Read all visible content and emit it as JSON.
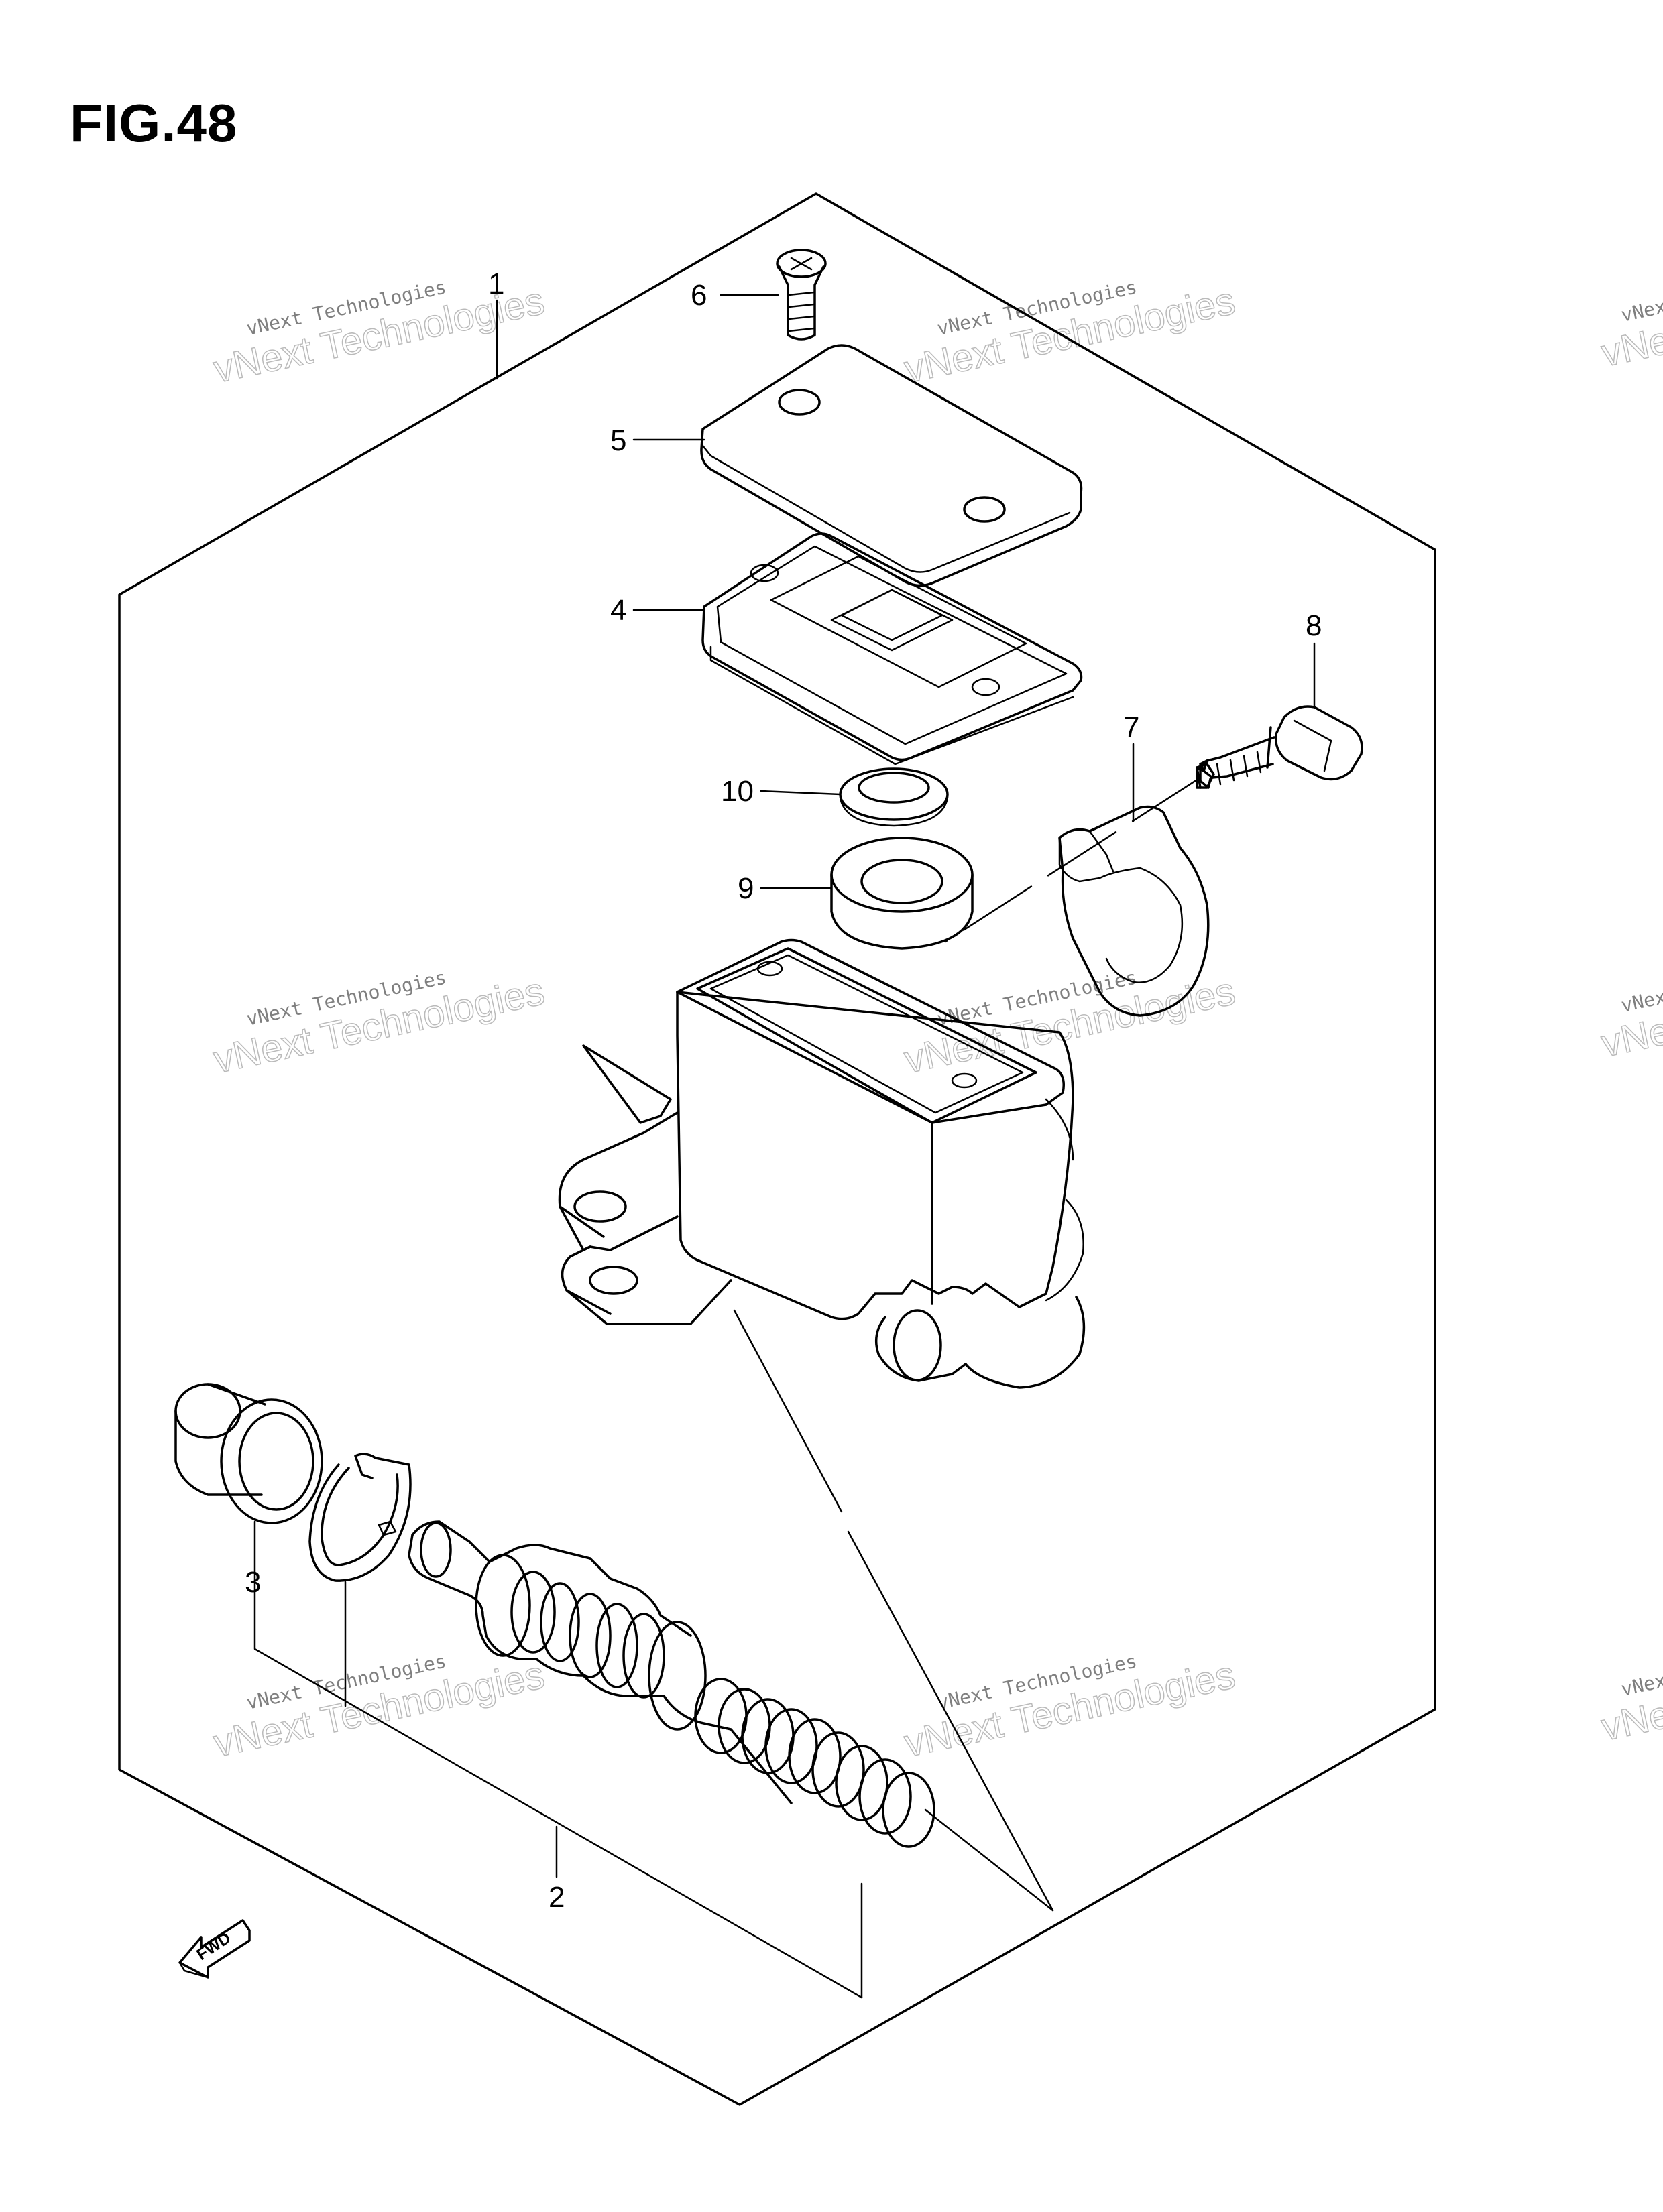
{
  "figure": {
    "title": "FIG.48"
  },
  "callouts": {
    "c1": "1",
    "c2": "2",
    "c3": "3",
    "c4": "4",
    "c5": "5",
    "c6": "6",
    "c7": "7",
    "c8": "8",
    "c9": "9",
    "c10": "10"
  },
  "direction_arrow": {
    "label": "FWD"
  },
  "watermark": {
    "text": "vNext Technologies"
  },
  "colors": {
    "line": "#000000",
    "background": "#ffffff",
    "watermark": "#aaaaaa"
  }
}
